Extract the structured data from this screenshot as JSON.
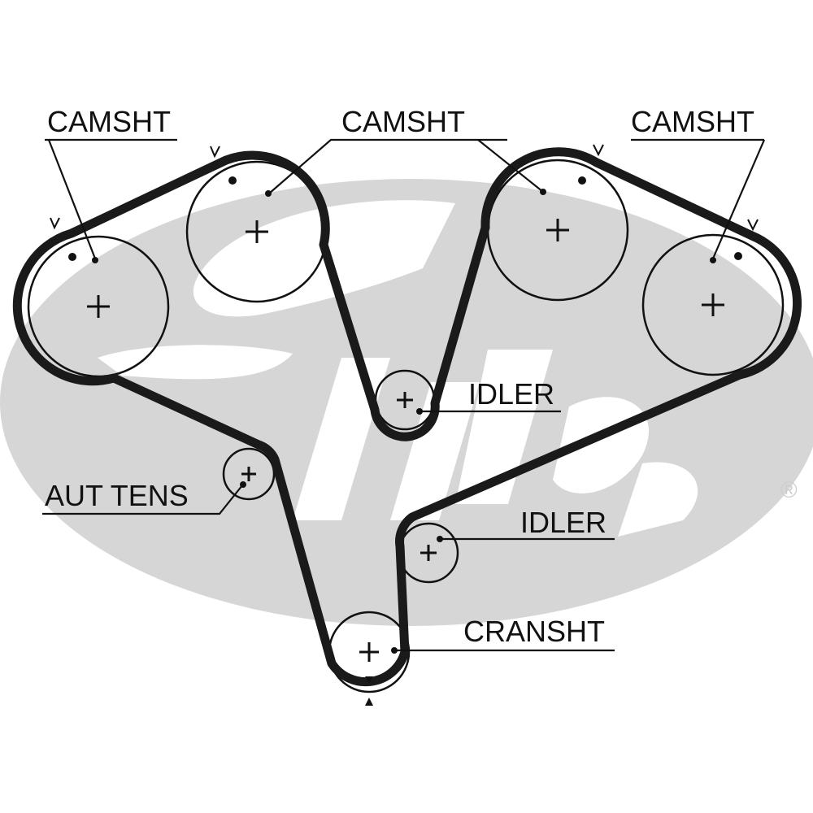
{
  "diagram": {
    "labels": {
      "camshaft_left": "CAMSHT",
      "camshaft_center": "CAMSHT",
      "camshaft_right": "CAMSHT",
      "idler_upper": "IDLER",
      "idler_lower": "IDLER",
      "auto_tensioner": "AUT TENS",
      "crankshaft": "CRANSHT"
    },
    "watermark": {
      "brand": "Gates",
      "registered_mark": "®"
    },
    "colors": {
      "belt": "#1a1a1a",
      "watermark": "#d6d6d6",
      "ink": "#111111"
    }
  }
}
